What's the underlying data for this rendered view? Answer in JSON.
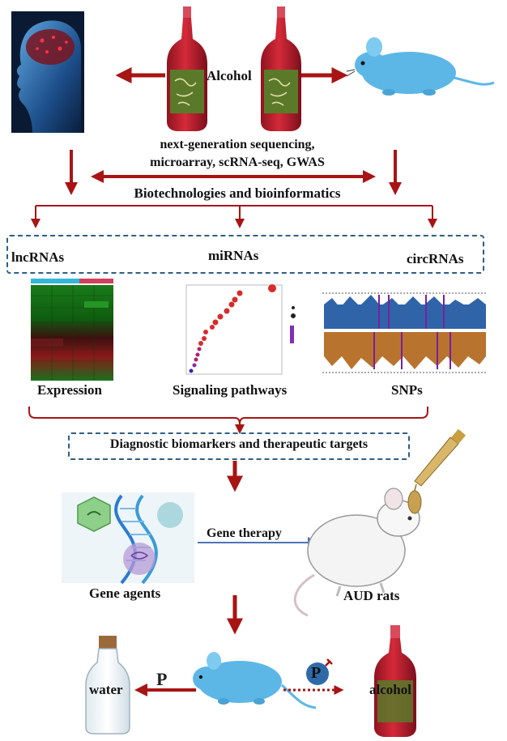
{
  "top": {
    "alcohol_label": "Alcohol",
    "methods_line1": "next-generation sequencing,",
    "methods_line2": "microarray, scRNA-seq, GWAS",
    "biotech_label": "Biotechnologies and bioinformatics"
  },
  "rna_types": {
    "lnc": "lncRNAs",
    "mi": "miRNAs",
    "circ": "circRNAs"
  },
  "analyses": {
    "expression": "Expression",
    "signaling": "Signaling pathways",
    "snps": "SNPs"
  },
  "biomarkers_label": "Diagnostic biomarkers and therapeutic targets",
  "therapy": {
    "gene_therapy": "Gene therapy",
    "gene_agents": "Gene agents",
    "aud_rats": "AUD rats"
  },
  "choice": {
    "water": "water",
    "alcohol": "alcohol",
    "p_left": "P",
    "p_right": "P"
  },
  "colors": {
    "arrow_red": "#a81414",
    "dashed_blue": "#2f5e88",
    "arrow_blue": "#4a76b5",
    "bottle_red": "#c0202e",
    "mouse_blue": "#5cb7e6"
  }
}
